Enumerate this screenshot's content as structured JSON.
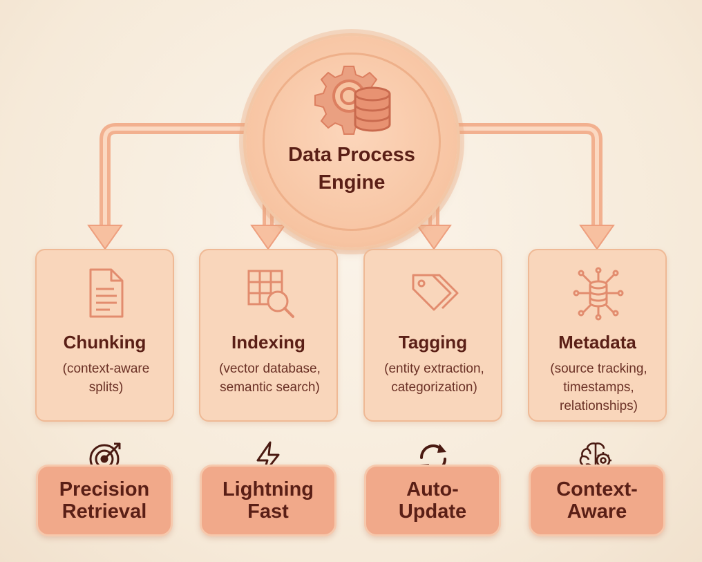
{
  "hub": {
    "title_line1": "Data Process",
    "title_line2": "Engine",
    "icon": "gear-database-icon"
  },
  "cards": [
    {
      "title": "Chunking",
      "desc": [
        "(context-aware",
        "splits)"
      ],
      "icon": "document-icon"
    },
    {
      "title": "Indexing",
      "desc": [
        "(vector database,",
        "semantic search)"
      ],
      "icon": "grid-search-icon"
    },
    {
      "title": "Tagging",
      "desc": [
        "(entity extraction,",
        "categorization)"
      ],
      "icon": "tag-icon"
    },
    {
      "title": "Metadata",
      "desc": [
        "(source tracking,",
        "timestamps,",
        "relationships)"
      ],
      "icon": "database-network-icon"
    }
  ],
  "benefits": [
    {
      "lines": [
        "Precision",
        "Retrieval"
      ],
      "icon": "target-icon"
    },
    {
      "lines": [
        "Lightning",
        "Fast"
      ],
      "icon": "lightning-icon"
    },
    {
      "lines": [
        "Auto-",
        "Update"
      ],
      "icon": "refresh-icon"
    },
    {
      "lines": [
        "Context-",
        "Aware"
      ],
      "icon": "brain-gear-icon"
    }
  ],
  "colors": {
    "background": "#f6ead9",
    "card_fill": "#f9d6bb",
    "benefit_fill": "#f1a98a",
    "connector": "#f2b08f",
    "text_dark": "#5a1f16",
    "icon_stroke": "#e28c6e"
  }
}
